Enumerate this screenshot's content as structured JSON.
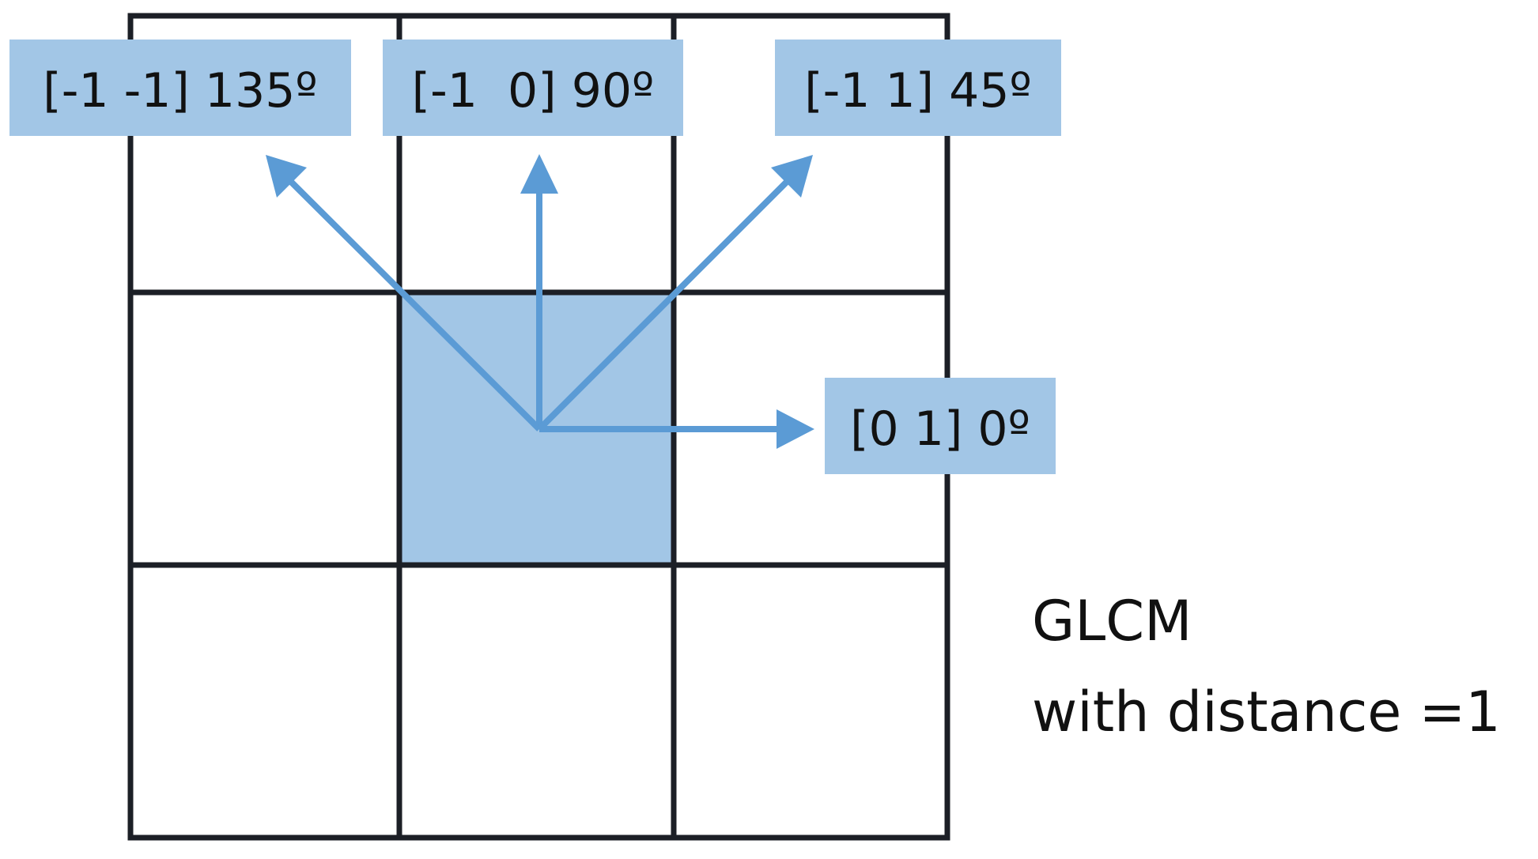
{
  "colors": {
    "grid": "#1c1f26",
    "accent": "#5b9bd5",
    "label_bg": "#a2c6e6",
    "center_fill": "#a2c6e6",
    "text": "#111111"
  },
  "direction_labels": [
    {
      "offset": "[-1 -1]",
      "angle": "135",
      "text": "[-1 -1] 135º"
    },
    {
      "offset": "[-1  0]",
      "angle": "90",
      "text": "[-1  0] 90º"
    },
    {
      "offset": "[-1 1]",
      "angle": "45",
      "text": "[-1 1] 45º"
    },
    {
      "offset": "[0 1]",
      "angle": "0",
      "text": "[0 1] 0º"
    }
  ],
  "caption": {
    "line1": "GLCM",
    "line2": "with distance =1"
  }
}
